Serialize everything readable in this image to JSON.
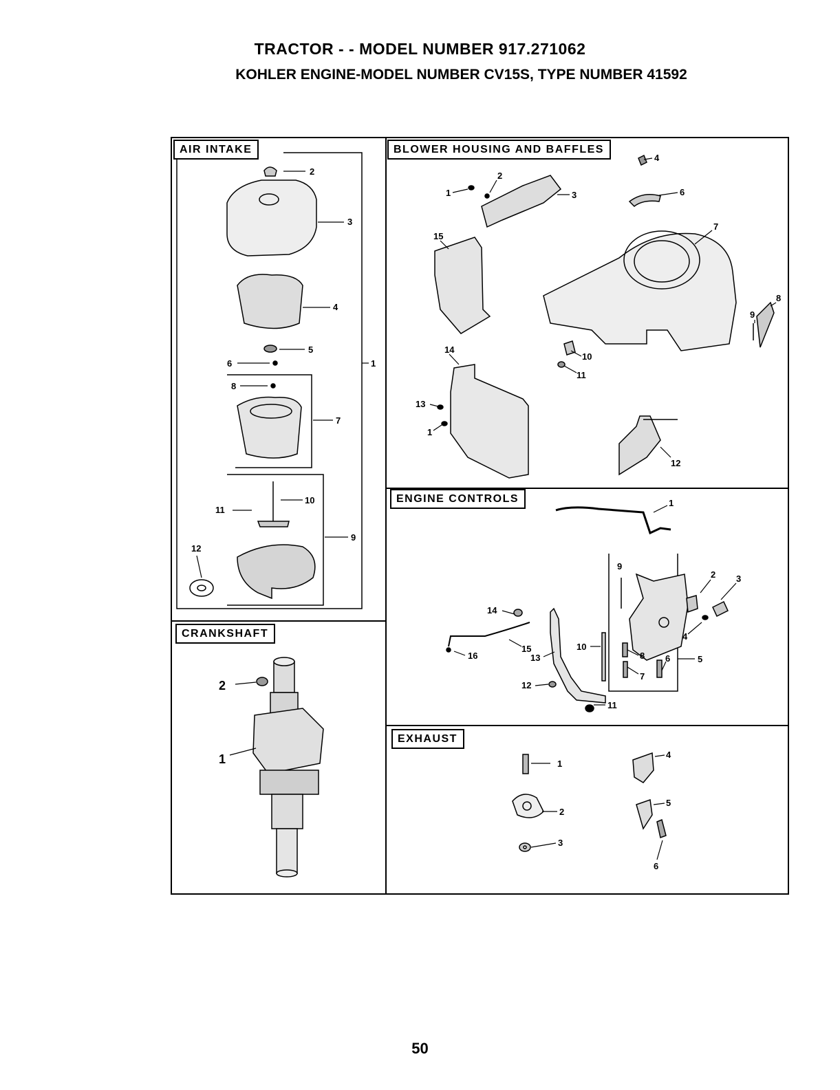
{
  "header": {
    "title": "TRACTOR - - MODEL NUMBER 917.271062",
    "subtitle": "KOHLER ENGINE-MODEL NUMBER CV15S, TYPE NUMBER 41592"
  },
  "sections": {
    "air_intake": "AIR INTAKE",
    "blower": "BLOWER HOUSING AND BAFFLES",
    "engine_controls": "ENGINE CONTROLS",
    "crankshaft": "CRANKSHAFT",
    "exhaust": "EXHAUST"
  },
  "callouts": {
    "air_intake": [
      "2",
      "3",
      "4",
      "5",
      "6",
      "1",
      "8",
      "7",
      "11",
      "10",
      "9",
      "12"
    ],
    "blower": [
      "4",
      "2",
      "1",
      "3",
      "6",
      "7",
      "15",
      "8",
      "9",
      "14",
      "10",
      "11",
      "13",
      "1",
      "12"
    ],
    "engine_controls": [
      "1",
      "9",
      "2",
      "3",
      "14",
      "4",
      "15",
      "16",
      "13",
      "10",
      "8",
      "6",
      "5",
      "7",
      "12",
      "11"
    ],
    "crankshaft": [
      "2",
      "1"
    ],
    "exhaust": [
      "1",
      "4",
      "2",
      "5",
      "3",
      "6"
    ]
  },
  "page_number": "50"
}
